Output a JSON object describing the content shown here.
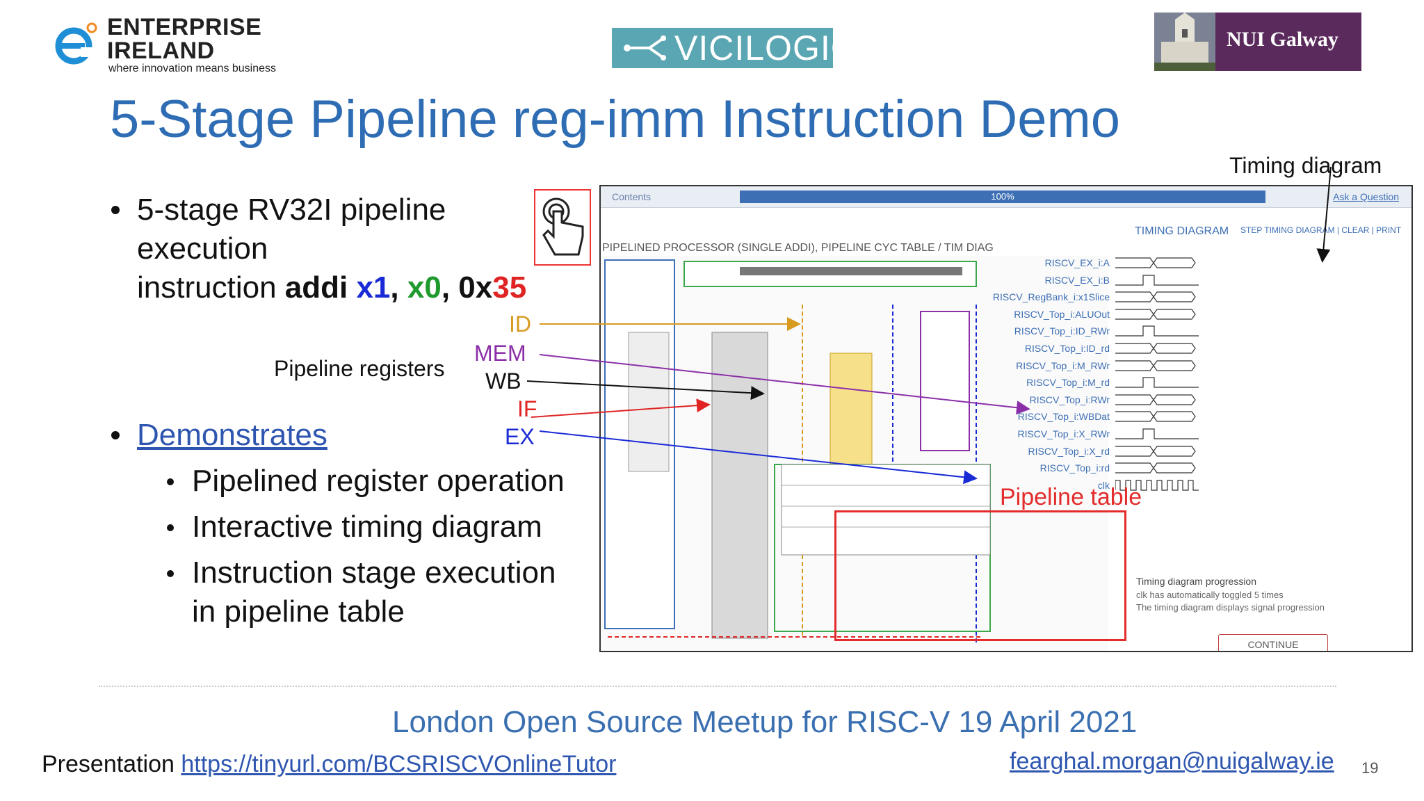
{
  "header": {
    "ei_name_line1": "ENTERPRISE",
    "ei_name_line2": "IRELAND",
    "ei_tagline": "where innovation means business",
    "vicilogic": "VICILOGIC",
    "nui": "NUI Galway"
  },
  "title": "5-Stage Pipeline reg-imm Instruction Demo",
  "bullets": {
    "b1_l1": "5-stage RV32I pipeline",
    "b1_l2": "execution",
    "b1_l3_prefix": "instruction ",
    "b1_addi": "addi ",
    "b1_x1": "x1",
    "b1_sep1": ", ",
    "b1_x0": "x0",
    "b1_sep2": ", ",
    "b1_0x": "0x",
    "b1_35": "35",
    "b2": "Demonstrates",
    "sub1": "Pipelined register operation",
    "sub2": "Interactive timing diagram",
    "sub3_l1": "Instruction stage execution",
    "sub3_l2": "in pipeline table"
  },
  "labels": {
    "id": "ID",
    "mem": "MEM",
    "wb": "WB",
    "if": "IF",
    "ex": "EX",
    "pipeline_registers": "Pipeline registers",
    "timing_diagram": "Timing diagram",
    "pipeline_table": "Pipeline table"
  },
  "panel": {
    "contents": "Contents",
    "progress": "100%",
    "ask": "Ask a Question",
    "diagram_title": "PIPELINED PROCESSOR (SINGLE ADDI), PIPELINE CYC TABLE / TIM DIAG",
    "timing_head": "TIMING DIAGRAM",
    "timing_links": "STEP TIMING DIAGRAM | CLEAR | PRINT",
    "signals": [
      "RISCV_EX_i:A",
      "RISCV_EX_i:B",
      "RISCV_RegBank_i:x1Slice",
      "RISCV_Top_i:ALUOut",
      "RISCV_Top_i:ID_RWr",
      "RISCV_Top_i:ID_rd",
      "RISCV_Top_i:M_RWr",
      "RISCV_Top_i:M_rd",
      "RISCV_Top_i:RWr",
      "RISCV_Top_i:WBDat",
      "RISCV_Top_i:X_RWr",
      "RISCV_Top_i:X_rd",
      "RISCV_Top_i:rd",
      "clk"
    ],
    "progression_title": "Timing diagram progression",
    "progression_l1": "clk has automatically toggled 5 times",
    "progression_l2": "The timing diagram displays signal progression",
    "continue": "CONTINUE"
  },
  "footer": {
    "event": "London Open Source Meetup for RISC-V 19 April 2021",
    "presentation_label": "Presentation ",
    "presentation_url": "https://tinyurl.com/BCSRISCVOnlineTutor",
    "email": "fearghal.morgan@nuigalway.ie",
    "page": "19"
  },
  "colors": {
    "title_blue": "#2e6db4",
    "x1_blue": "#1a2bd6",
    "x0_green": "#1f9a2e",
    "imm_red": "#e02424",
    "id_orange": "#d89a1f",
    "mem_purple": "#8b2fa8",
    "if_red": "#e02424",
    "ex_blue": "#1a2bd6",
    "nui_purple": "#5b2a5c",
    "vici_teal": "#5aa7b3"
  }
}
